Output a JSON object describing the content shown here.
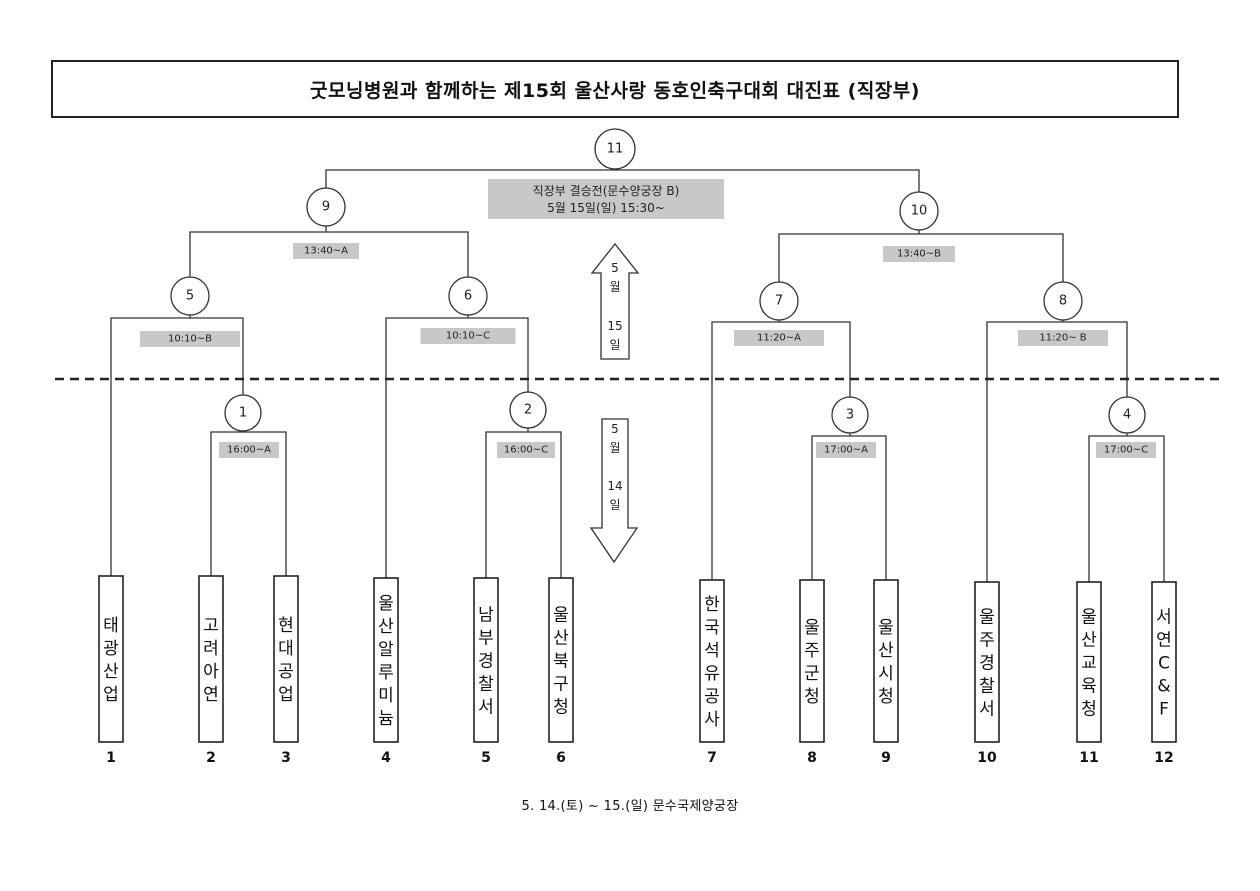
{
  "title": "굿모닝병원과 함께하는 제15회 울산사랑 동호인축구대회 대진표 (직장부)",
  "final": {
    "match": "11",
    "label_line1": "직장부 결승전(문수양궁장 B)",
    "label_line2": "5월 15일(일) 15:30~"
  },
  "semis": [
    {
      "match": "9",
      "time": "13:40~A"
    },
    {
      "match": "10",
      "time": "13:40~B"
    }
  ],
  "quarters": [
    {
      "match": "5",
      "time": "10:10~B"
    },
    {
      "match": "6",
      "time": "10:10~C"
    },
    {
      "match": "7",
      "time": "11:20~A"
    },
    {
      "match": "8",
      "time": "11:20~ B"
    }
  ],
  "round1": [
    {
      "match": "1",
      "time": "16:00~A"
    },
    {
      "match": "2",
      "time": "16:00~C"
    },
    {
      "match": "3",
      "time": "17:00~A"
    },
    {
      "match": "4",
      "time": "17:00~C"
    }
  ],
  "teams": [
    {
      "num": "1",
      "name": "태광산업"
    },
    {
      "num": "2",
      "name": "고려아연"
    },
    {
      "num": "3",
      "name": "현대공업"
    },
    {
      "num": "4",
      "name": "울산알루미늄"
    },
    {
      "num": "5",
      "name": "남부경찰서"
    },
    {
      "num": "6",
      "name": "울산북구청"
    },
    {
      "num": "7",
      "name": "한국석유공사"
    },
    {
      "num": "8",
      "name": "울주군청"
    },
    {
      "num": "9",
      "name": "울산시청"
    },
    {
      "num": "10",
      "name": "울주경찰서"
    },
    {
      "num": "11",
      "name": "울산교육청"
    },
    {
      "num": "12",
      "name": "서연C&F"
    }
  ],
  "day_up": {
    "month": "5",
    "month_unit": "월",
    "day": "15",
    "day_unit": "일"
  },
  "day_down": {
    "month": "5",
    "month_unit": "월",
    "day": "14",
    "day_unit": "일"
  },
  "footer": "5. 14.(토) ~ 15.(일)  문수국제양궁장"
}
